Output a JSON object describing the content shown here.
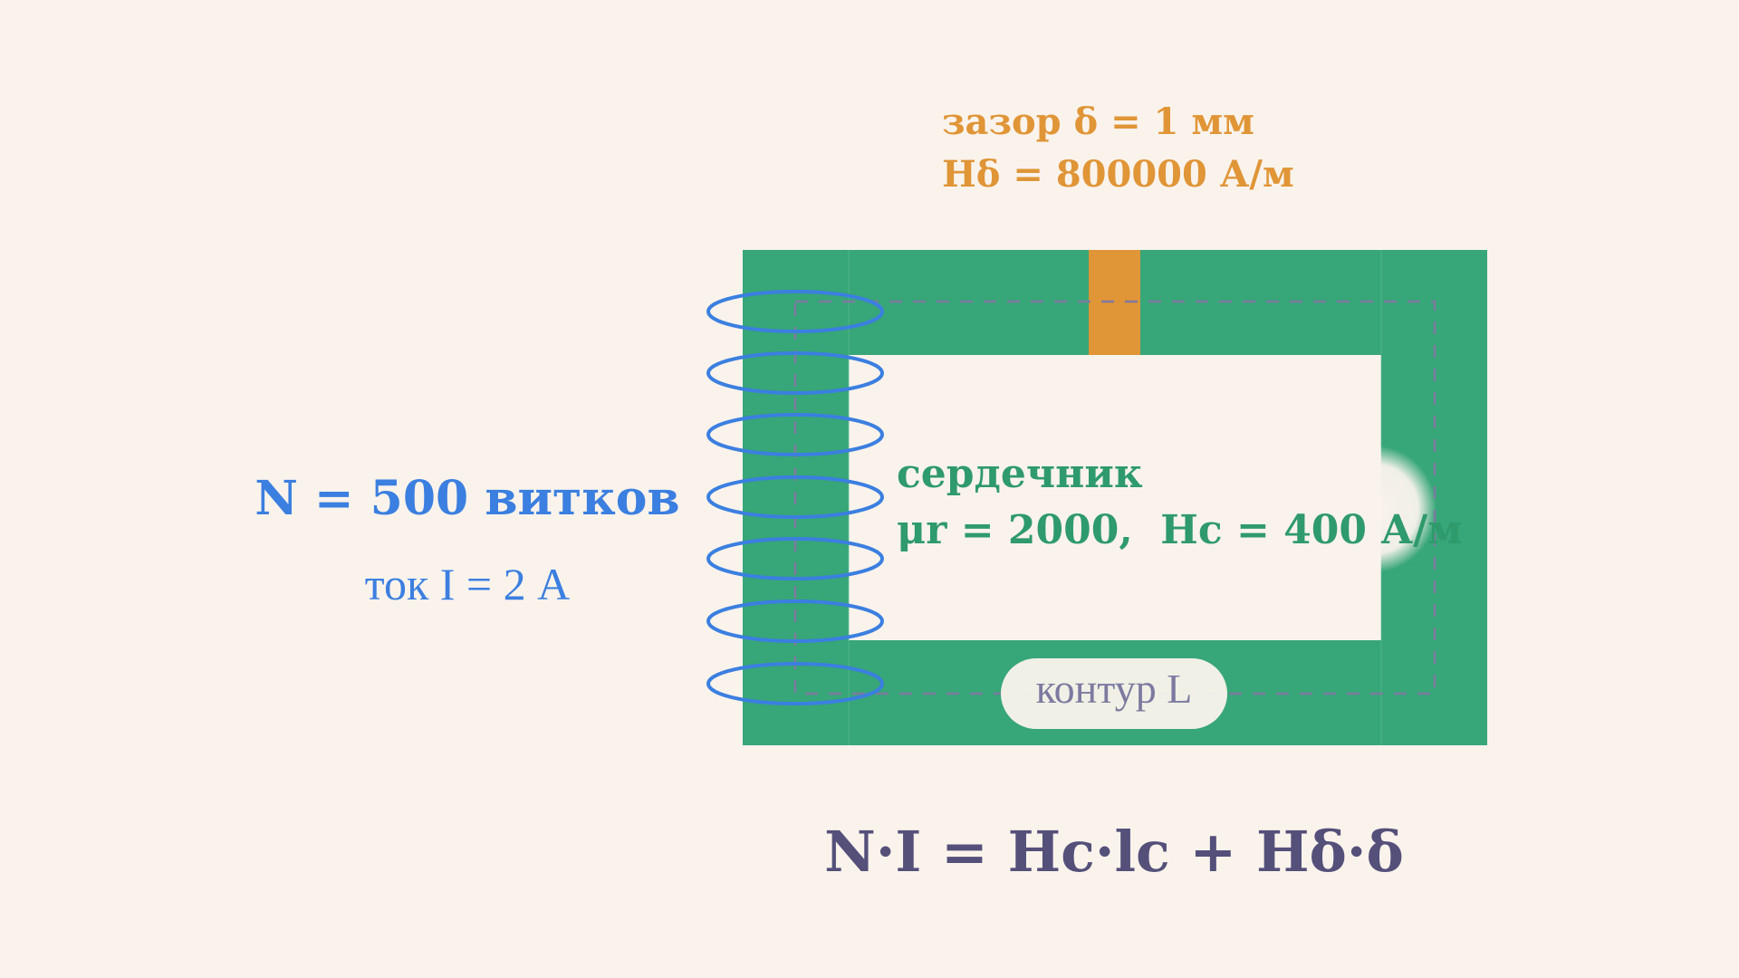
{
  "colors": {
    "background": "#faf3ec",
    "core": "#37a678",
    "core_text": "#2f9a6b",
    "gap": "#e09537",
    "coil": "#3b7fe0",
    "contour": "#7d7aa0",
    "formula": "#54507a"
  },
  "gap": {
    "line1": "зазор δ = 1 мм",
    "line2": "Hδ = 800000 А/м"
  },
  "coil": {
    "turns_label": "N = 500 витков",
    "current_label": "ток I = 2 А"
  },
  "core": {
    "line1": "сердечник",
    "line2": "μr = 2000,  Hc = 400 А/м"
  },
  "contour": {
    "label": "контур L"
  },
  "formula": {
    "ni": "N·I",
    "eq": "=",
    "hclc": "Hc·lc",
    "plus": "+",
    "hdelta": "Hδ·δ"
  }
}
